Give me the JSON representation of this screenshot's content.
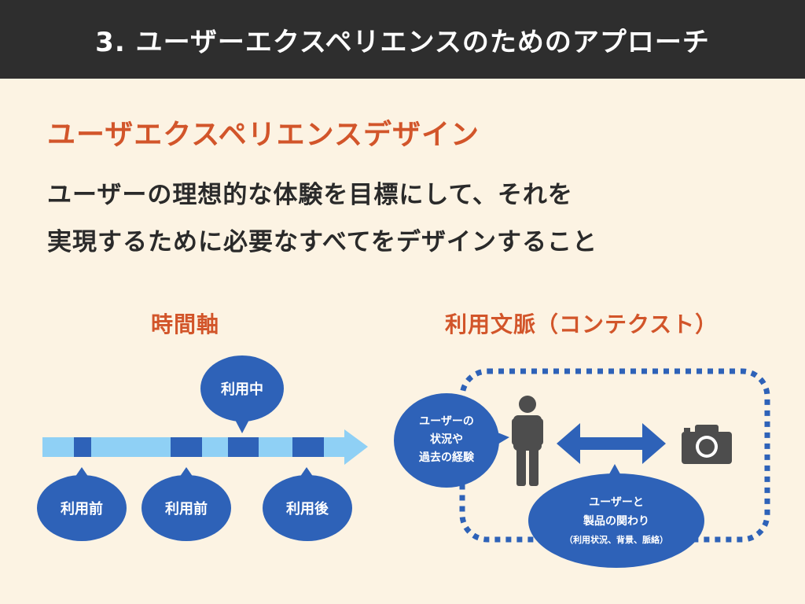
{
  "colors": {
    "header_bg": "#2e2e2e",
    "background": "#fcf3e3",
    "accent_orange": "#d2552a",
    "dark_blue": "#2e62b8",
    "light_blue": "#8fd0f5",
    "person_gray": "#4d4d4d"
  },
  "header": {
    "title": "3. ユーザーエクスペリエンスのためのアプローチ"
  },
  "subtitle": "ユーザエクスペリエンスデザイン",
  "description": {
    "line1": "ユーザーの理想的な体験を目標にして、それを",
    "line2": "実現するために必要なすべてをデザインすること"
  },
  "timeline": {
    "title": "時間軸",
    "top_bubble": "利用中",
    "bottom_bubbles": [
      "利用前",
      "利用前",
      "利用後"
    ]
  },
  "context": {
    "title": "利用文脈（コンテクスト）",
    "left_bubble": [
      "ユーザーの",
      "状況や",
      "過去の経験"
    ],
    "bottom_bubble": [
      "ユーザーと",
      "製品の関わり",
      "（利用状況、背景、脈絡）"
    ],
    "icons": [
      "person-icon",
      "double-arrow-icon",
      "camera-icon"
    ]
  }
}
